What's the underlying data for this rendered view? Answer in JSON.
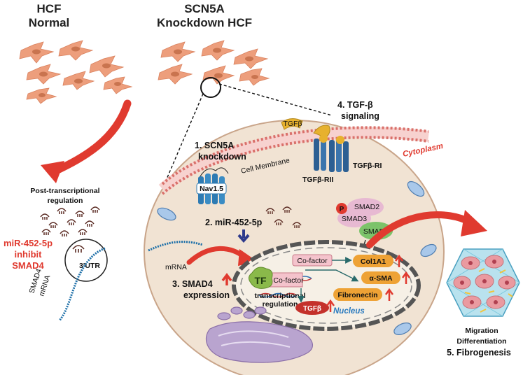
{
  "headers": {
    "normal_line1": "HCF",
    "normal_line2": "Normal",
    "knockdown_line1": "SCN5A",
    "knockdown_line2": "Knockdown HCF"
  },
  "left_panel": {
    "post_line1": "Post-transcriptional",
    "post_line2": "regulation",
    "mir_line1": "miR-452-5p",
    "mir_line2": "inhibit",
    "mir_line3": "SMAD4",
    "utr": "3'UTR",
    "mrna_line1": "SMAD4",
    "mrna_line2": "mRNA"
  },
  "steps": {
    "s1_line1": "1. SCN5A",
    "s1_line2": "knockdown",
    "s2": "2. miR-452-5p",
    "s3_line1": "3. SMAD4",
    "s3_line2": "expression",
    "s4_line1": "4. TGF-β",
    "s4_line2": "signaling",
    "s5": "5. Fibrogenesis"
  },
  "cell": {
    "cytoplasm": "Cytoplasm",
    "membrane": "Cell Membrane",
    "nav": "Nav1.5",
    "tgfb_ligand": "TGFβ",
    "receptor2": "TGFβ-RII",
    "receptor1": "TGFβ-RI",
    "p": "P",
    "smad2": "SMAD2",
    "smad3": "SMAD3",
    "smad4": "SMAD4",
    "mrna": "mRNA",
    "nucleus": "Nucleus",
    "tf": "TF",
    "cofactor": "Co-factor",
    "trans_line1": "transcriptional",
    "trans_line2": "regulation",
    "genes": [
      "Col1A1",
      "α-SMA",
      "Fibronectin",
      "TGFβ"
    ]
  },
  "right_panel": {
    "migration": "Migration",
    "differentiation": "Differentiation"
  },
  "colors": {
    "accent_red": "#e03a2f",
    "cell_fill": "#f1e3d3",
    "nucleus_fill": "#f6f0e6",
    "fibroblast": "#ed9e7c",
    "gene_orange": "#eea235",
    "smad_pink": "#e7b9d2",
    "smad_green": "#7cc36a",
    "nav_blue": "#2e7bb3",
    "receptor_blue": "#2c5f93",
    "er_purple": "#b9a4cf",
    "cofactor_pink": "#f4c3cc",
    "tf_green": "#8ab94a",
    "tgfb_red": "#c4312b"
  }
}
